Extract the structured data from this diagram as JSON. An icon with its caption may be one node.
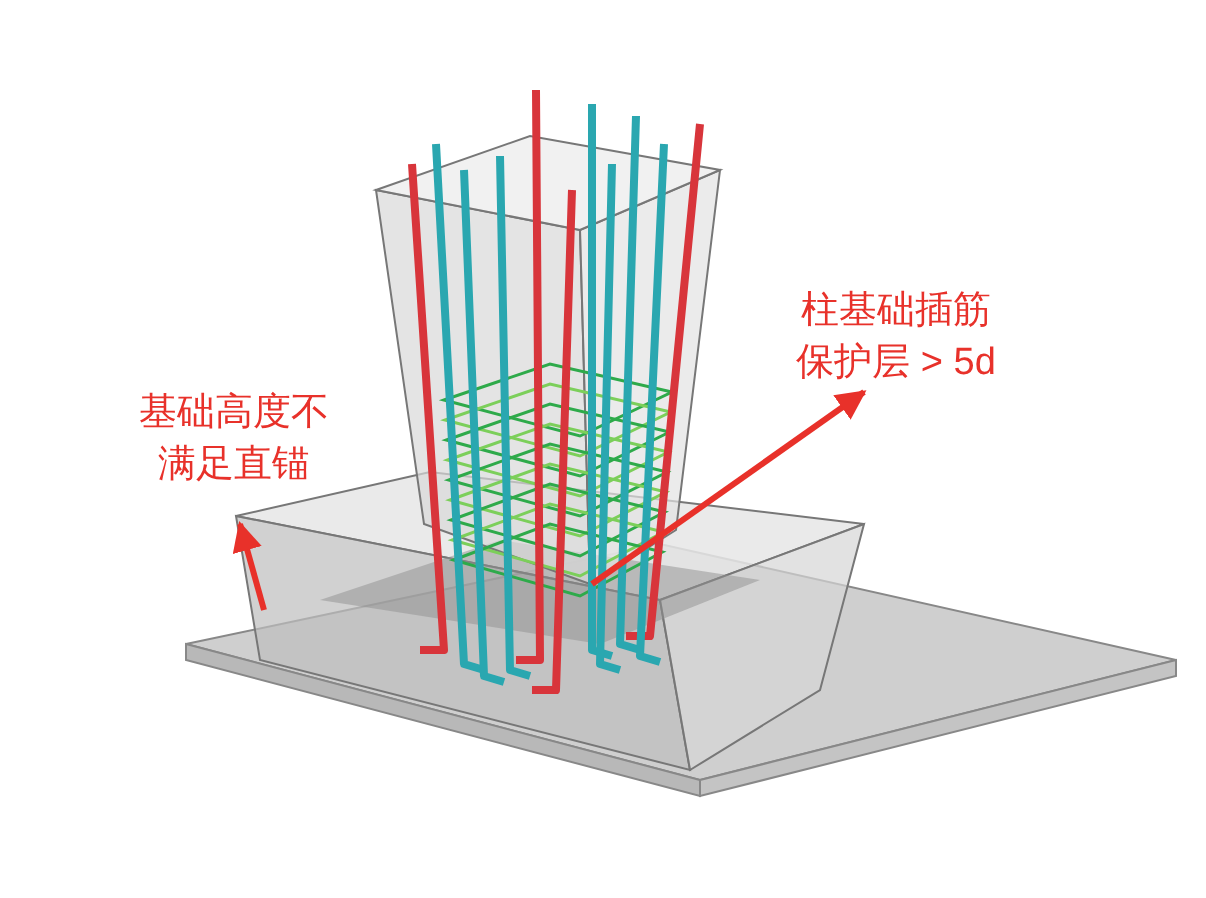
{
  "diagram": {
    "nodes": [
      {
        "text": [
          "基础高度不满足直锚"
        ]
      },
      {
        "text": [
          "柱基础插筋保护层 > 5d"
        ]
      }
    ],
    "edges": [
      {
        "from": null,
        "to": 1,
        "arrow": "to"
      }
    ]
  }
}
